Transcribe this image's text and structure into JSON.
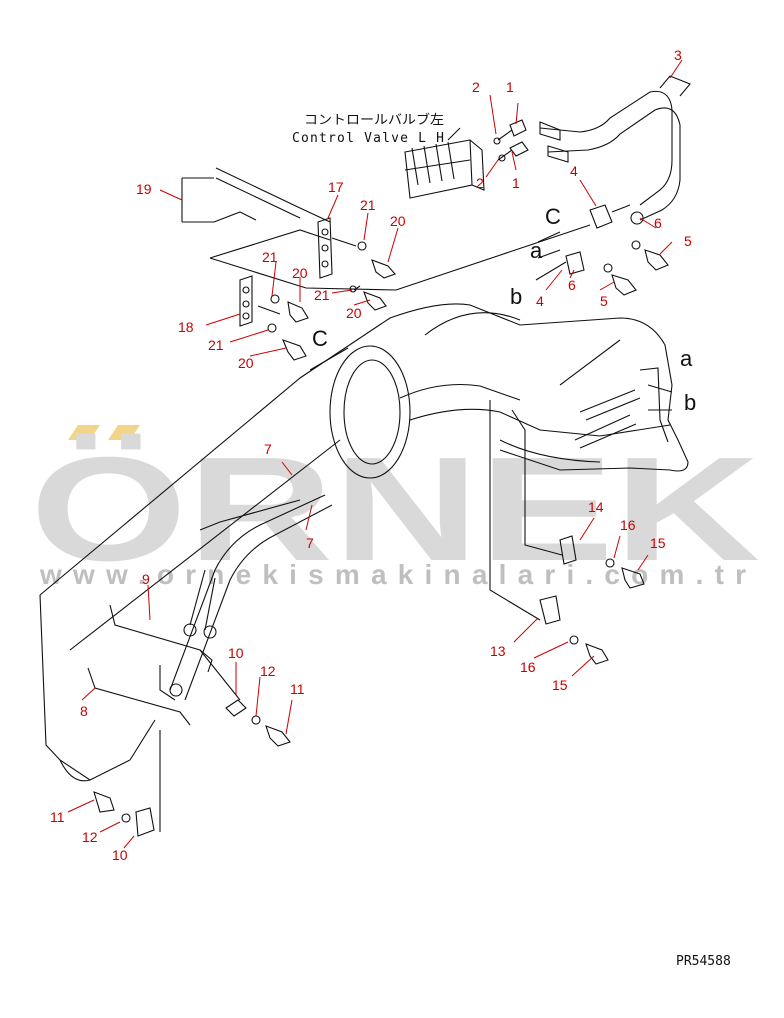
{
  "diagram": {
    "control_valve_label_jp": "コントロールバルブ左",
    "control_valve_label_en": "Control Valve L H",
    "drawing_code": "PR54588",
    "accent_color": "#cc0000",
    "line_color": "#111111",
    "callouts": [
      {
        "id": "c1a",
        "text": "1"
      },
      {
        "id": "c1b",
        "text": "1"
      },
      {
        "id": "c2a",
        "text": "2"
      },
      {
        "id": "c2b",
        "text": "2"
      },
      {
        "id": "c3",
        "text": "3"
      },
      {
        "id": "c4a",
        "text": "4"
      },
      {
        "id": "c4b",
        "text": "4"
      },
      {
        "id": "c5a",
        "text": "5"
      },
      {
        "id": "c5b",
        "text": "5"
      },
      {
        "id": "c6a",
        "text": "6"
      },
      {
        "id": "c6b",
        "text": "6"
      },
      {
        "id": "c7a",
        "text": "7"
      },
      {
        "id": "c7b",
        "text": "7"
      },
      {
        "id": "c8",
        "text": "8"
      },
      {
        "id": "c9",
        "text": "9"
      },
      {
        "id": "c10a",
        "text": "10"
      },
      {
        "id": "c10b",
        "text": "10"
      },
      {
        "id": "c11a",
        "text": "11"
      },
      {
        "id": "c11b",
        "text": "11"
      },
      {
        "id": "c12a",
        "text": "12"
      },
      {
        "id": "c12b",
        "text": "12"
      },
      {
        "id": "c13",
        "text": "13"
      },
      {
        "id": "c14",
        "text": "14"
      },
      {
        "id": "c15a",
        "text": "15"
      },
      {
        "id": "c15b",
        "text": "15"
      },
      {
        "id": "c16a",
        "text": "16"
      },
      {
        "id": "c16b",
        "text": "16"
      },
      {
        "id": "c17",
        "text": "17"
      },
      {
        "id": "c18",
        "text": "18"
      },
      {
        "id": "c19",
        "text": "19"
      },
      {
        "id": "c20a",
        "text": "20"
      },
      {
        "id": "c20b",
        "text": "20"
      },
      {
        "id": "c20c",
        "text": "20"
      },
      {
        "id": "c20d",
        "text": "20"
      },
      {
        "id": "c21a",
        "text": "21"
      },
      {
        "id": "c21b",
        "text": "21"
      },
      {
        "id": "c21c",
        "text": "21"
      },
      {
        "id": "c21d",
        "text": "21"
      }
    ],
    "letters": [
      {
        "id": "la1",
        "text": "a"
      },
      {
        "id": "la2",
        "text": "a"
      },
      {
        "id": "lb1",
        "text": "b"
      },
      {
        "id": "lb2",
        "text": "b"
      },
      {
        "id": "lc1",
        "text": "C"
      },
      {
        "id": "lc2",
        "text": "C"
      }
    ]
  },
  "watermark": {
    "brand": "ÖRNEK",
    "url": "www.ornekismakinalari.com.tr",
    "text_color": "#d9d9d9",
    "accent_color": "#f3d58a"
  }
}
